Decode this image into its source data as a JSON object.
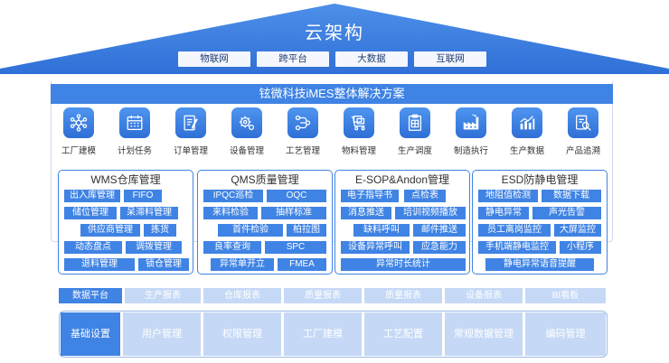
{
  "roof": {
    "title": "云架构",
    "items": [
      "物联网",
      "跨平台",
      "大数据",
      "互联网"
    ]
  },
  "banner": "铉微科技iMES整体解决方案",
  "icons": [
    {
      "label": "工厂建模",
      "icon": "factory-network-icon"
    },
    {
      "label": "计划任务",
      "icon": "calendar-icon"
    },
    {
      "label": "订单管理",
      "icon": "order-document-icon"
    },
    {
      "label": "设备管理",
      "icon": "gears-icon"
    },
    {
      "label": "工艺管理",
      "icon": "process-flow-icon"
    },
    {
      "label": "物料管理",
      "icon": "material-cart-icon"
    },
    {
      "label": "生产调度",
      "icon": "schedule-board-icon"
    },
    {
      "label": "制造执行",
      "icon": "factory-icon"
    },
    {
      "label": "生产数据",
      "icon": "bar-chart-icon"
    },
    {
      "label": "产品追溯",
      "icon": "trace-search-icon"
    }
  ],
  "modules": [
    {
      "title": "WMS仓库管理",
      "rows": [
        [
          "出入库管理",
          "FIFO"
        ],
        [
          "储位管理",
          "呆滞料管理"
        ],
        [
          "供应商管理",
          "拣货"
        ],
        [
          "动态盘点",
          "调拨管理"
        ],
        [
          "退料管理",
          "锁仓管理"
        ]
      ]
    },
    {
      "title": "QMS质量管理",
      "rows": [
        [
          "IPQC巡检",
          "OQC"
        ],
        [
          "来料检验",
          "抽样标准"
        ],
        [
          "首件检验",
          "柏拉图"
        ],
        [
          "良率查询",
          "SPC"
        ],
        [
          "异常单开立",
          "FMEA"
        ]
      ]
    },
    {
      "title": "E-SOP&Andon管理",
      "rows": [
        [
          "电子指导书",
          "点检表"
        ],
        [
          "消息推送",
          "培训视频播放"
        ],
        [
          "缺料呼叫",
          "邮件推送"
        ],
        [
          "设备异常呼叫",
          "应急能力"
        ],
        [
          "异常时长统计"
        ]
      ]
    },
    {
      "title": "ESD防静电管理",
      "rows": [
        [
          "地阻值检测",
          "数据下载"
        ],
        [
          "静电异常",
          "声光告警"
        ],
        [
          "员工离岗监控",
          "大屏监控"
        ],
        [
          "手机端静电监控",
          "小程序"
        ],
        [
          "静电异常语音提醒"
        ]
      ]
    }
  ],
  "data_platform": [
    "数据平台",
    "生产报表",
    "仓库报表",
    "质量报表",
    "质量报表",
    "设备报表",
    "BI看板"
  ],
  "base_settings": [
    "基础设置",
    "用户管理",
    "权限管理",
    "工厂建模",
    "工艺配置",
    "常规数据管理",
    "编码管理"
  ],
  "colors": {
    "primary": "#3f83e4",
    "light": "#c5d9f6",
    "roof": "#3f83e4"
  }
}
